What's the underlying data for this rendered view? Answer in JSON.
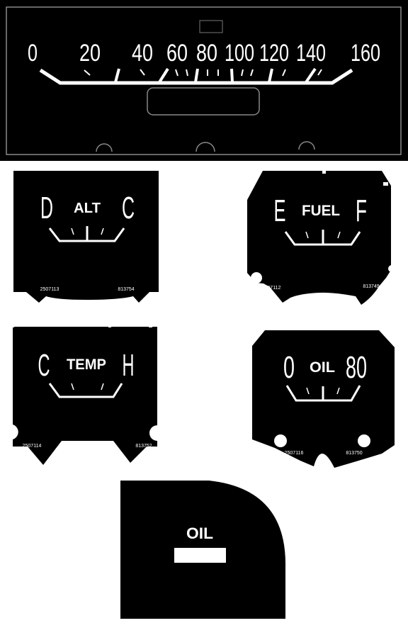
{
  "speedometer": {
    "tick_labels": [
      "0",
      "20",
      "40",
      "60",
      "80",
      "100",
      "120",
      "140",
      "160"
    ]
  },
  "gauges": {
    "alt": {
      "label": "ALT",
      "left": "D",
      "right": "C",
      "part_left": "2507113",
      "part_right": "813754"
    },
    "fuel": {
      "label": "FUEL",
      "left": "E",
      "right": "F",
      "part_left": "2507112",
      "part_right": "813749"
    },
    "temp": {
      "label": "TEMP",
      "left": "C",
      "right": "H",
      "part_left": "2507114",
      "part_right": "813752"
    },
    "oil": {
      "label": "OIL",
      "left": "0",
      "right": "80",
      "part_left": "2507116",
      "part_right": "813750"
    }
  },
  "oil_warning": {
    "label": "OIL"
  },
  "colors": {
    "face": "#000000",
    "markings": "#ffffff",
    "border": "#bbbbbb"
  }
}
